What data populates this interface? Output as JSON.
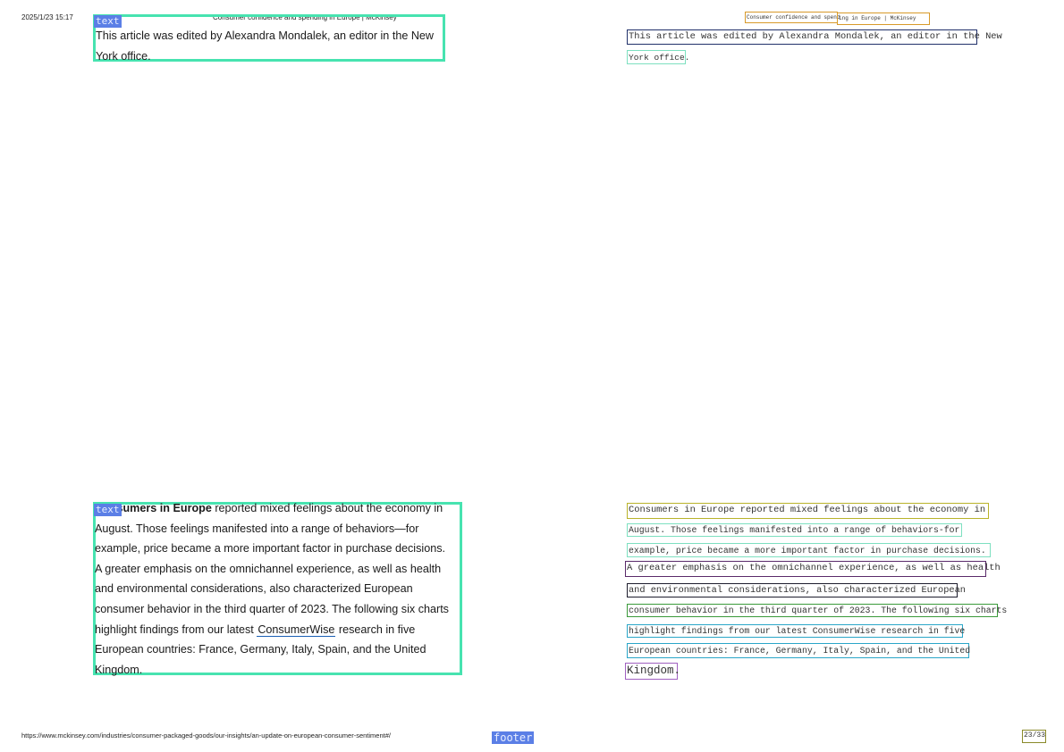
{
  "header": {
    "timestamp": "2025/1/23 15:17",
    "title": "Consumer confidence and spending in Europe | McKinsey"
  },
  "labels": {
    "text": "text",
    "footer": "footer"
  },
  "block1": {
    "lines": [
      "This article was edited by Alexandra Mondalek, an editor in the New",
      "York office."
    ]
  },
  "block2": {
    "bold_lead": "Consumers in Europe",
    "line1_rest": " reported mixed feelings about the economy in",
    "lines": [
      "August. Those feelings manifested into a range of behaviors—for",
      "example, price became a more important factor in purchase decisions.",
      "A greater emphasis on the omnichannel experience, as well as health",
      "and environmental considerations, also characterized European",
      "consumer behavior in the third quarter of 2023. The following six charts"
    ],
    "line7_before": "highlight findings from our latest ",
    "link_text": "ConsumerWise",
    "line7_after": " research in five",
    "lines_end": [
      "European countries: France, Germany, Italy, Spain, and the United",
      "Kingdom."
    ]
  },
  "footer": {
    "url": "https://www.mckinsey.com/industries/consumer-packaged-goods/our-insights/an-update-on-european-consumer-sentiment#/"
  },
  "ocr": {
    "header_a": "Consumer confidence and spend",
    "header_b": "ing in Europe | McKinsey",
    "block1": [
      "This article was edited by Alexandra Mondalek, an editor in the New",
      "York office."
    ],
    "block2": [
      "Consumers in Europe reported mixed feelings about the economy in",
      "August. Those feelings manifested into a range of behaviors-for",
      "example, price became a more important factor in purchase decisions.",
      "A greater emphasis on the omnichannel experience, as well as health",
      "and environmental considerations, also characterized European",
      "consumer behavior in the third quarter of 2023. The following six charts",
      "highlight findings from our latest ConsumerWise research in five",
      "European countries: France, Germany, Italy, Spain, and the United",
      "Kingdom."
    ],
    "page_number": "23/33"
  }
}
